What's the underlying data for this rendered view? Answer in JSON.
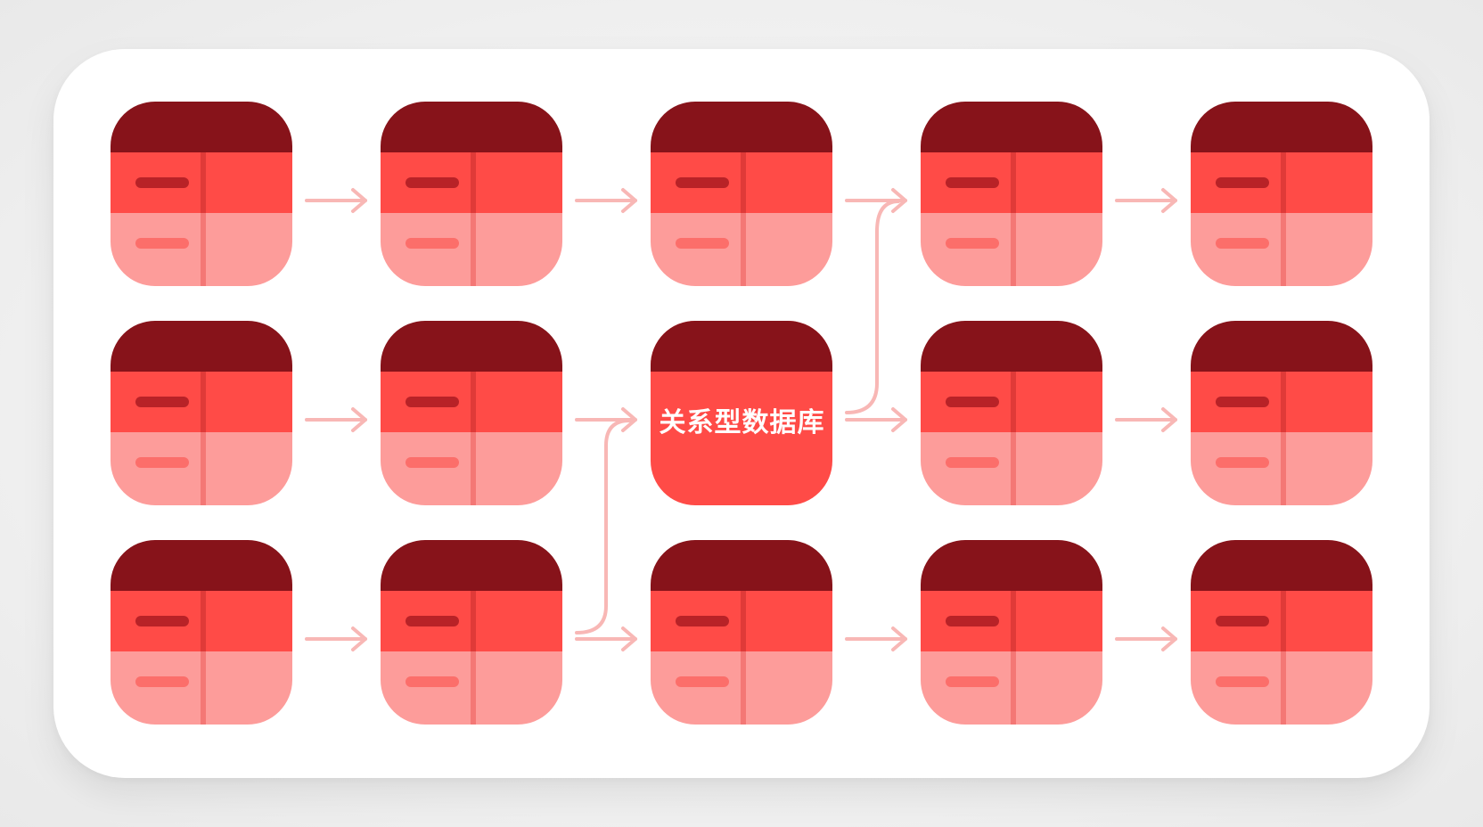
{
  "center": {
    "label": "关系型数据库"
  },
  "grid": {
    "rows": 3,
    "cols": 5,
    "center_tile": [
      1,
      2
    ]
  },
  "colors": {
    "header": "#87131A",
    "row_top": "#FF4B47",
    "row_bottom": "#FD9C9A",
    "divider_top": "#E03A38",
    "divider_bottom": "#F47775",
    "pill_top": "#B82227",
    "pill_bottom": "#FC6E6A",
    "center_body": "#FF4B47",
    "arrow": "#F8B7B5",
    "card": "#FFFFFF"
  },
  "icons": {
    "tile": "database-table-icon",
    "arrow": "arrow-right-icon"
  }
}
